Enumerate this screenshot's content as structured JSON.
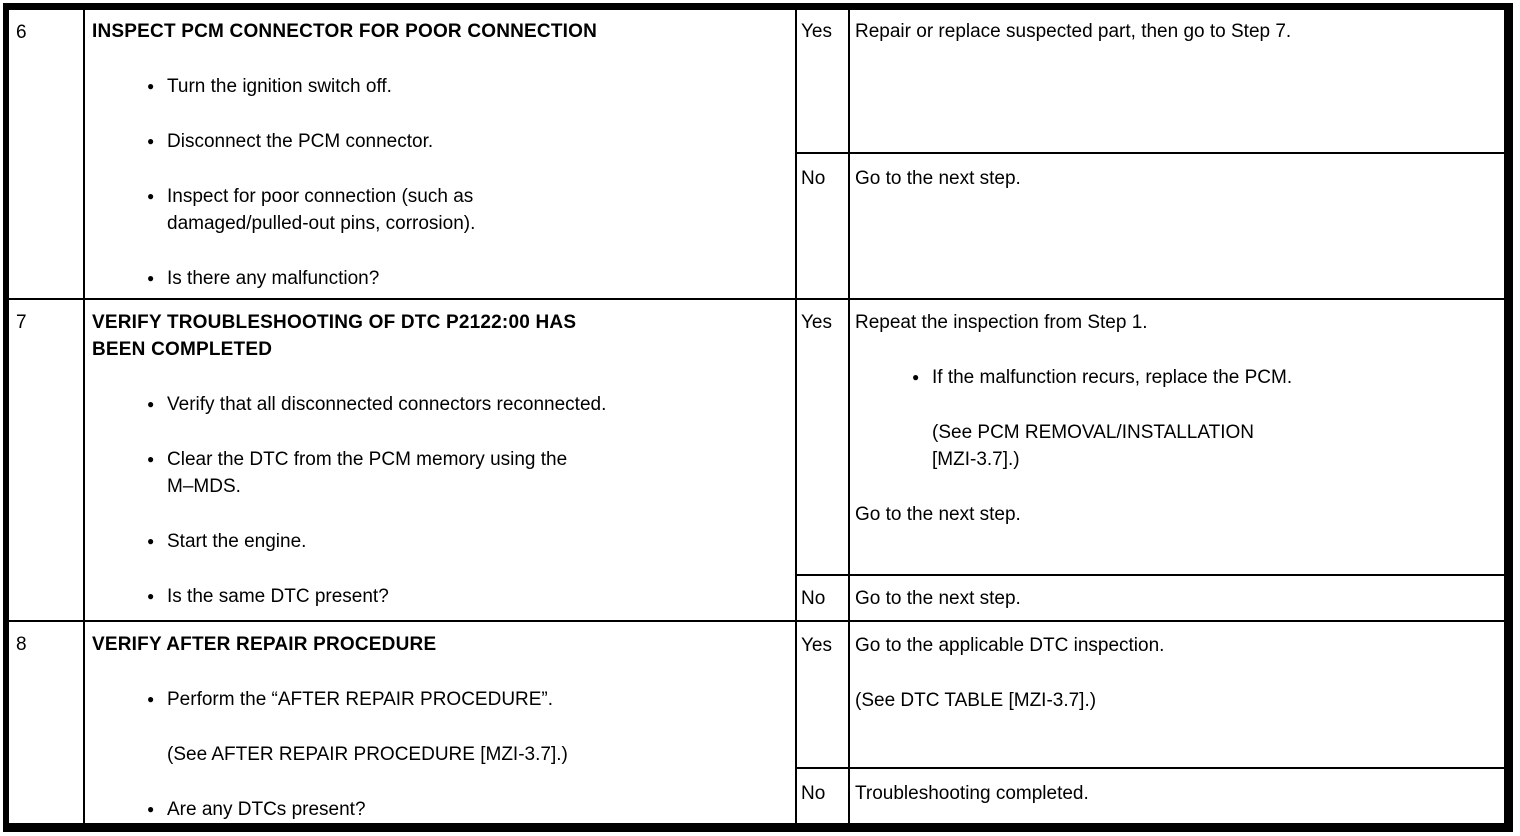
{
  "icons": {
    "bullet": "●"
  },
  "table": {
    "rows": [
      {
        "step": "6",
        "inspection": {
          "title_lines": [
            "INSPECT PCM CONNECTOR FOR POOR CONNECTION"
          ],
          "items": [
            {
              "type": "bullet",
              "lines": [
                "Turn the ignition switch off."
              ]
            },
            {
              "type": "bullet",
              "lines": [
                "Disconnect the PCM connector."
              ]
            },
            {
              "type": "bullet",
              "lines": [
                "Inspect for poor connection (such as",
                "damaged/pulled-out pins, corrosion)."
              ]
            },
            {
              "type": "bullet",
              "lines": [
                "Is there any malfunction?"
              ]
            }
          ]
        },
        "yes": {
          "label": "Yes",
          "blocks": [
            {
              "type": "text",
              "lines": [
                "Repair or replace suspected part, then go to Step 7."
              ]
            }
          ]
        },
        "no": {
          "label": "No",
          "blocks": [
            {
              "type": "text",
              "lines": [
                "Go to the next step."
              ]
            }
          ]
        }
      },
      {
        "step": "7",
        "inspection": {
          "title_lines": [
            "VERIFY TROUBLESHOOTING OF DTC P2122:00 HAS",
            "BEEN COMPLETED"
          ],
          "items": [
            {
              "type": "bullet",
              "lines": [
                "Verify that all disconnected connectors reconnected."
              ]
            },
            {
              "type": "bullet",
              "lines": [
                "Clear the DTC from the PCM memory using the",
                "M–MDS."
              ]
            },
            {
              "type": "bullet",
              "lines": [
                "Start the engine."
              ]
            },
            {
              "type": "bullet",
              "lines": [
                "Is the same DTC present?"
              ]
            }
          ]
        },
        "yes": {
          "label": "Yes",
          "blocks": [
            {
              "type": "text",
              "lines": [
                "Repeat the inspection from Step 1."
              ]
            },
            {
              "type": "bullet",
              "lines": [
                "If the malfunction recurs, replace the PCM."
              ]
            },
            {
              "type": "reference",
              "lines": [
                "(See PCM REMOVAL/INSTALLATION",
                "[MZI-3.7].)"
              ]
            },
            {
              "type": "text",
              "lines": [
                "Go to the next step."
              ]
            }
          ]
        },
        "no": {
          "label": "No",
          "blocks": [
            {
              "type": "text",
              "lines": [
                "Go to the next step."
              ]
            }
          ]
        }
      },
      {
        "step": "8",
        "inspection": {
          "title_lines": [
            "VERIFY AFTER REPAIR PROCEDURE"
          ],
          "items": [
            {
              "type": "bullet",
              "lines": [
                "Perform the “AFTER REPAIR PROCEDURE”."
              ]
            },
            {
              "type": "reference",
              "lines": [
                "(See AFTER REPAIR PROCEDURE [MZI-3.7].)"
              ]
            },
            {
              "type": "bullet",
              "lines": [
                "Are any DTCs present?"
              ]
            }
          ]
        },
        "yes": {
          "label": "Yes",
          "blocks": [
            {
              "type": "text",
              "lines": [
                "Go to the applicable DTC inspection."
              ]
            },
            {
              "type": "text",
              "lines": [
                "(See DTC TABLE [MZI-3.7].)"
              ]
            }
          ]
        },
        "no": {
          "label": "No",
          "blocks": [
            {
              "type": "text",
              "lines": [
                "Troubleshooting completed."
              ]
            }
          ]
        }
      }
    ]
  }
}
